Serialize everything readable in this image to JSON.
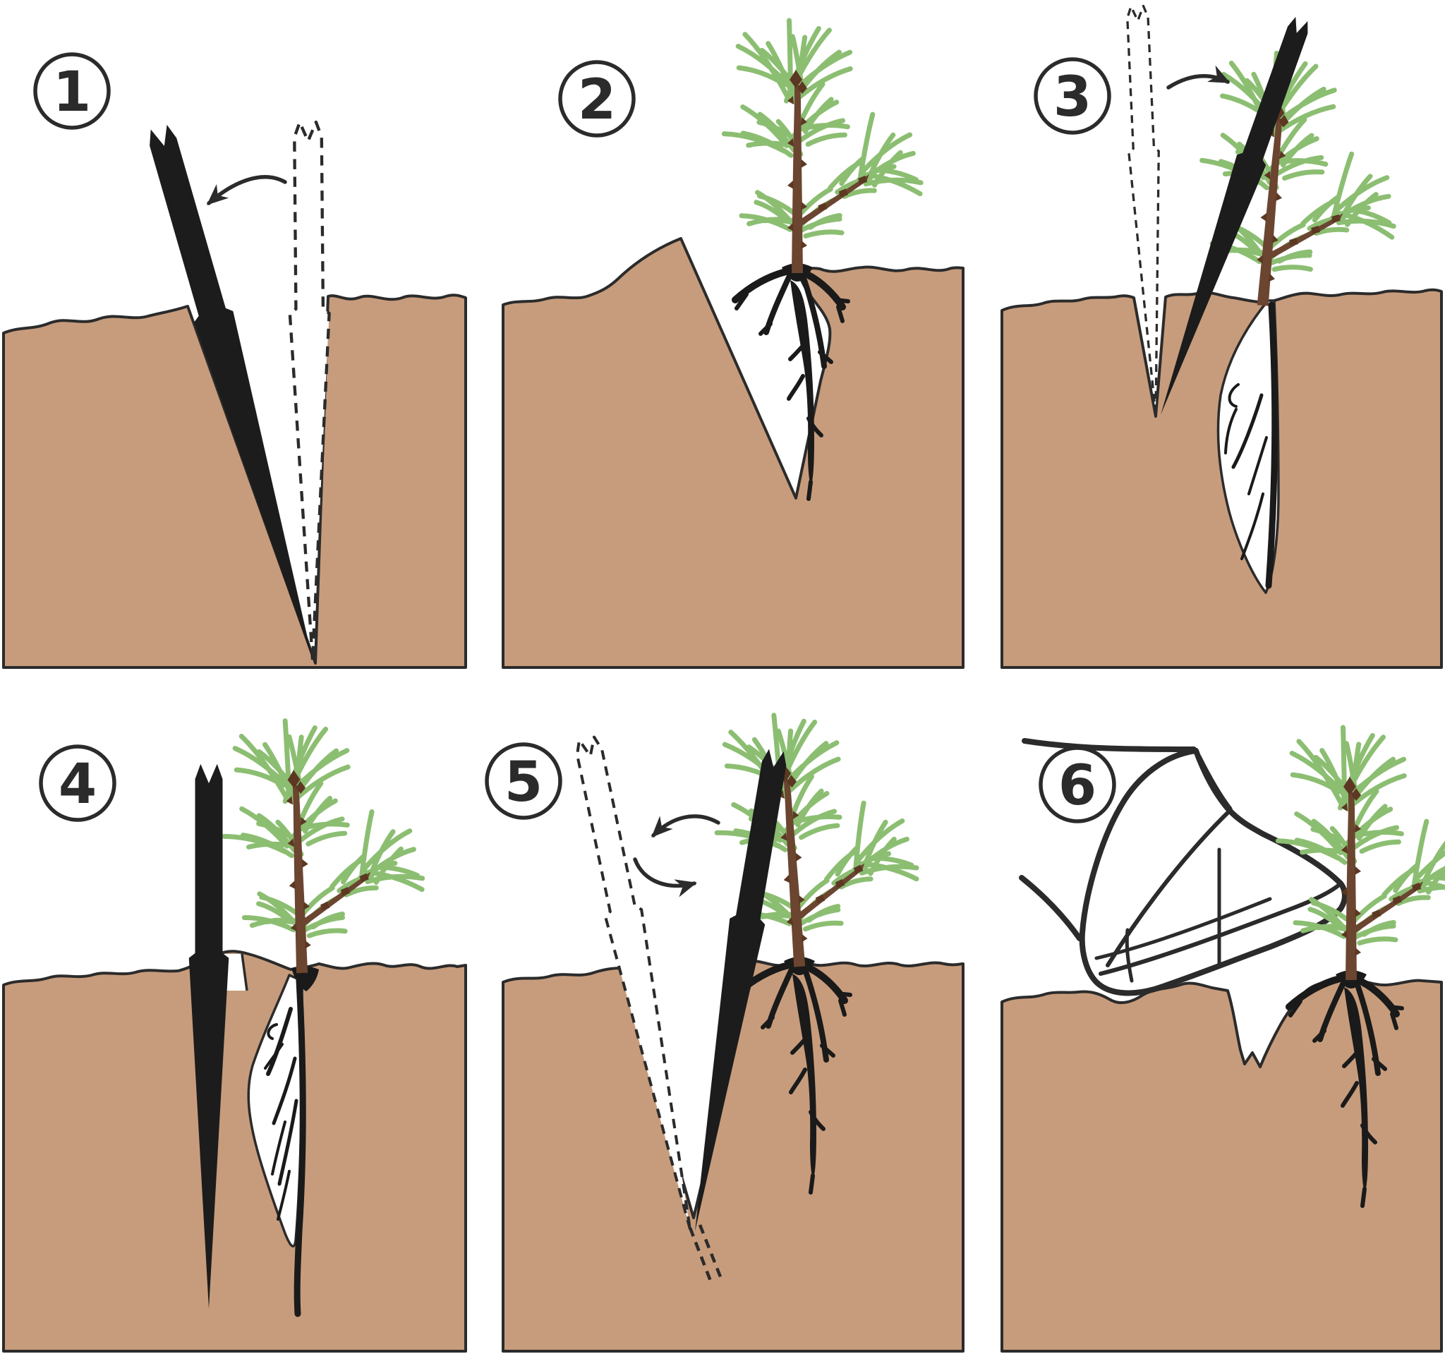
{
  "colors": {
    "background": "#ffffff",
    "soil": "#C79C7C",
    "outline": "#2B2B2B",
    "tool": "#1C1C1C",
    "needle": "#8CBE72",
    "stem": "#6B4530",
    "bud": "#5C3823",
    "root": "#1A1A1A",
    "badge_fill": "#ffffff",
    "badge_stroke": "#2B2B2B",
    "badge_text": "#2B2B2B"
  },
  "panels": [
    {
      "number": "1",
      "icons": [
        "planting-bar-icon",
        "planting-bar-ghost-icon",
        "pull-back-arrow-icon",
        "soil-cross-section"
      ]
    },
    {
      "number": "2",
      "icons": [
        "seedling-in-hole-icon",
        "soil-cross-section"
      ]
    },
    {
      "number": "3",
      "icons": [
        "planting-bar-icon",
        "planting-bar-ghost-icon",
        "push-forward-arrow-icon",
        "seedling-icon",
        "soil-cross-section"
      ]
    },
    {
      "number": "4",
      "icons": [
        "planting-bar-icon",
        "seedling-icon",
        "soil-cross-section"
      ]
    },
    {
      "number": "5",
      "icons": [
        "planting-bar-icon",
        "planting-bar-ghost-icon",
        "back-and-forth-arrows-icon",
        "seedling-icon",
        "soil-cross-section"
      ]
    },
    {
      "number": "6",
      "icons": [
        "boot-icon",
        "seedling-icon",
        "soil-cross-section"
      ]
    }
  ]
}
